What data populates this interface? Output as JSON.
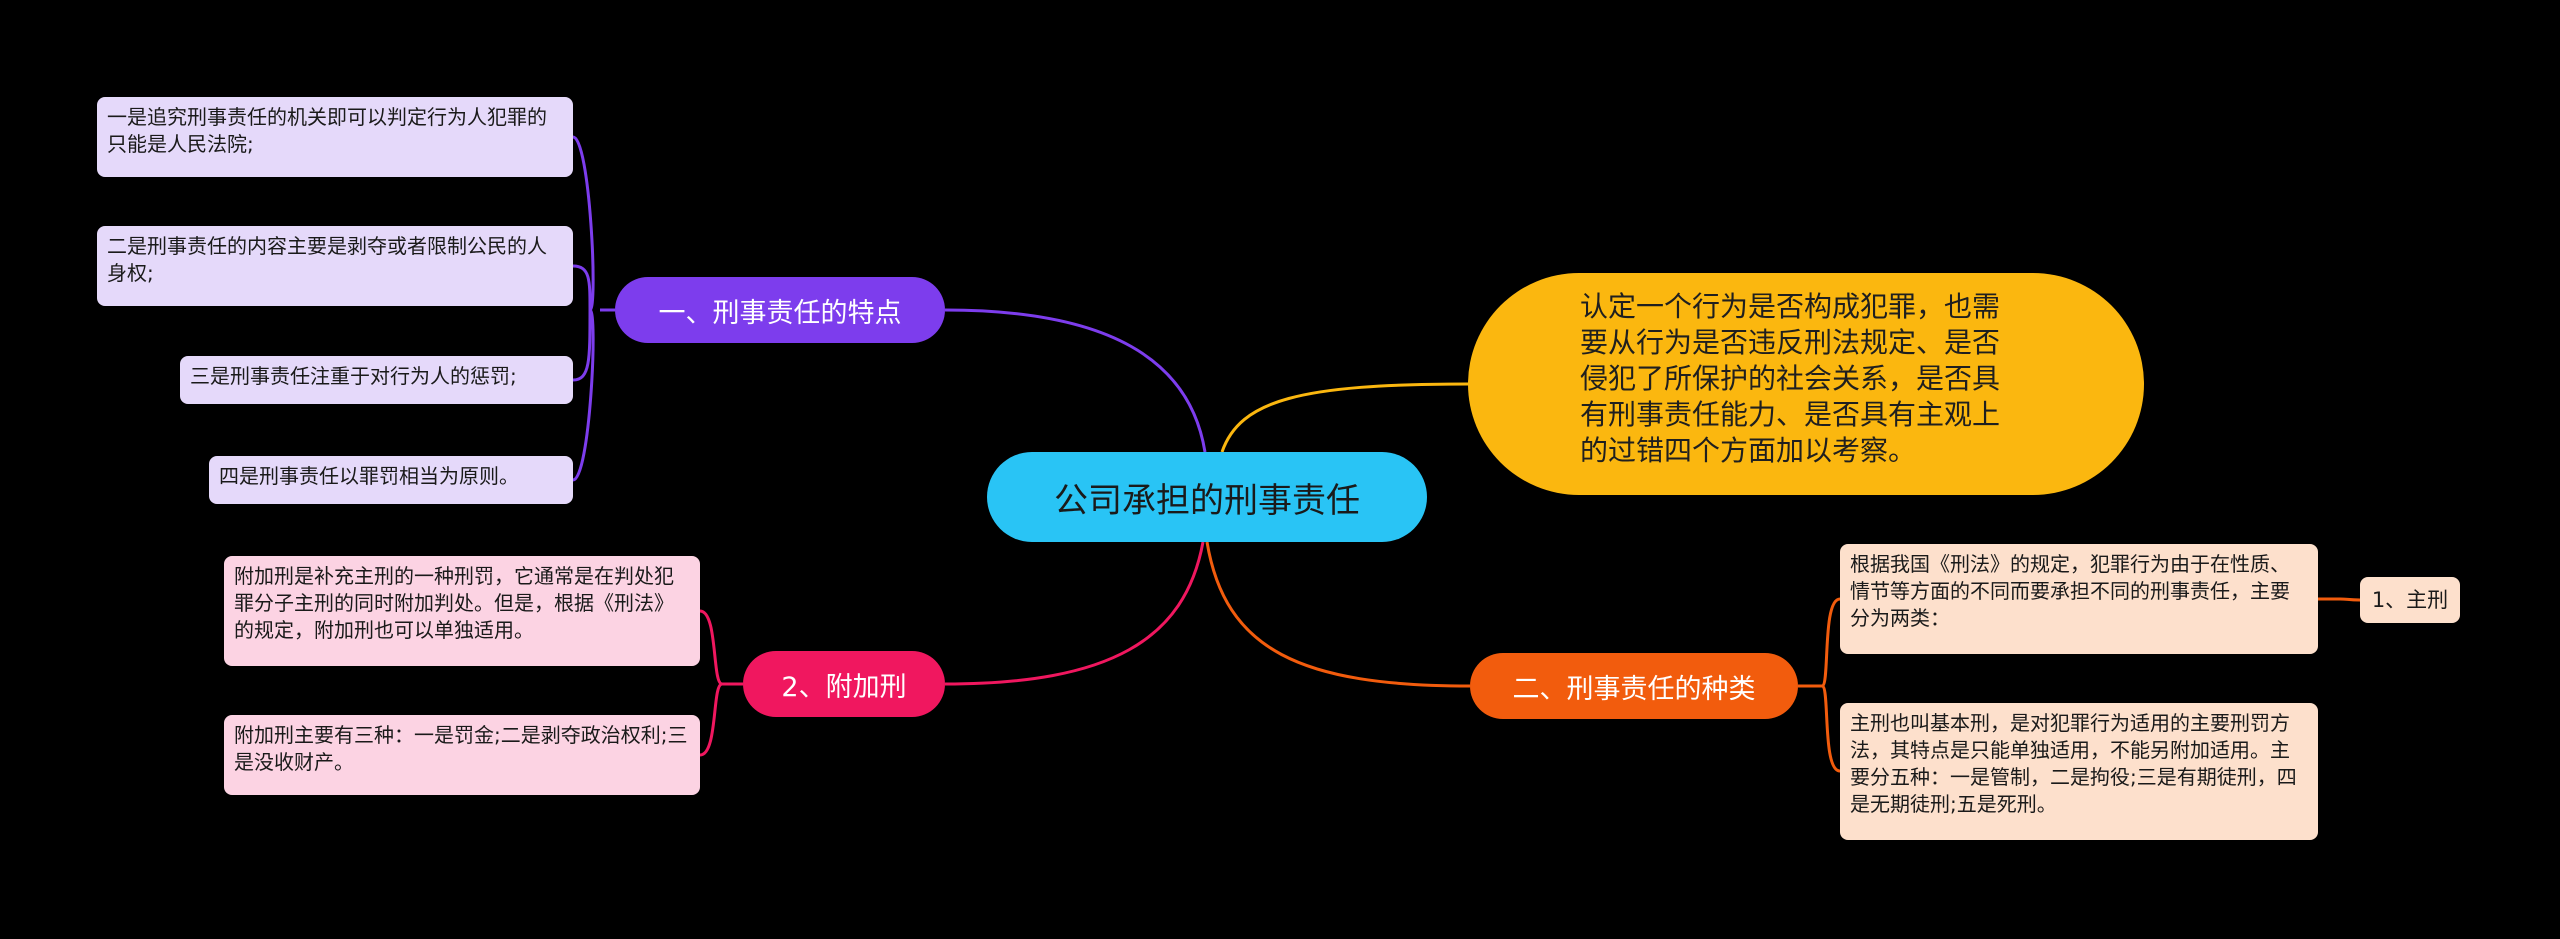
{
  "center": "公司承担的刑事责任",
  "nodes": {
    "tezheng": "一、刑事责任的特点",
    "zhonglei": "二、刑事责任的种类",
    "fujiaxing": "2、附加刑",
    "rending": "认定一个行为是否构成犯罪，也需要从行为是否违反刑法规定、是否侵犯了所保护的社会关系，是否具有刑事责任能力、是否具有主观上的过错四个方面加以考察。"
  },
  "tezheng_items": [
    "一是追究刑事责任的机关即可以判定行为人犯罪的只能是人民法院;",
    "二是刑事责任的内容主要是剥夺或者限制公民的人身权;",
    "三是刑事责任注重于对行为人的惩罚;",
    "四是刑事责任以罪罚相当为原则。"
  ],
  "fujiaxing_items": [
    "附加刑是补充主刑的一种刑罚，它通常是在判处犯罪分子主刑的同时附加判处。但是，根据《刑法》的规定，附加刑也可以单独适用。",
    "附加刑主要有三种：一是罚金;二是剥夺政治权利;三是没收财产。"
  ],
  "zhonglei_items": [
    "根据我国《刑法》的规定，犯罪行为由于在性质、情节等方面的不同而要承担不同的刑事责任，主要分为两类：",
    "主刑也叫基本刑，是对犯罪行为适用的主要刑罚方法，其特点是只能单独适用，不能另附加适用。主要分五种：一是管制，二是拘役;三是有期徒刑，四是无期徒刑;五是死刑。"
  ],
  "zhuxing": "1、主刑",
  "colors": {
    "background": "#000000",
    "center": "#29c4f5",
    "purple": "#7d3ded",
    "orange": "#f25c0d",
    "magenta": "#f0175f",
    "yellow": "#fbb70f"
  }
}
